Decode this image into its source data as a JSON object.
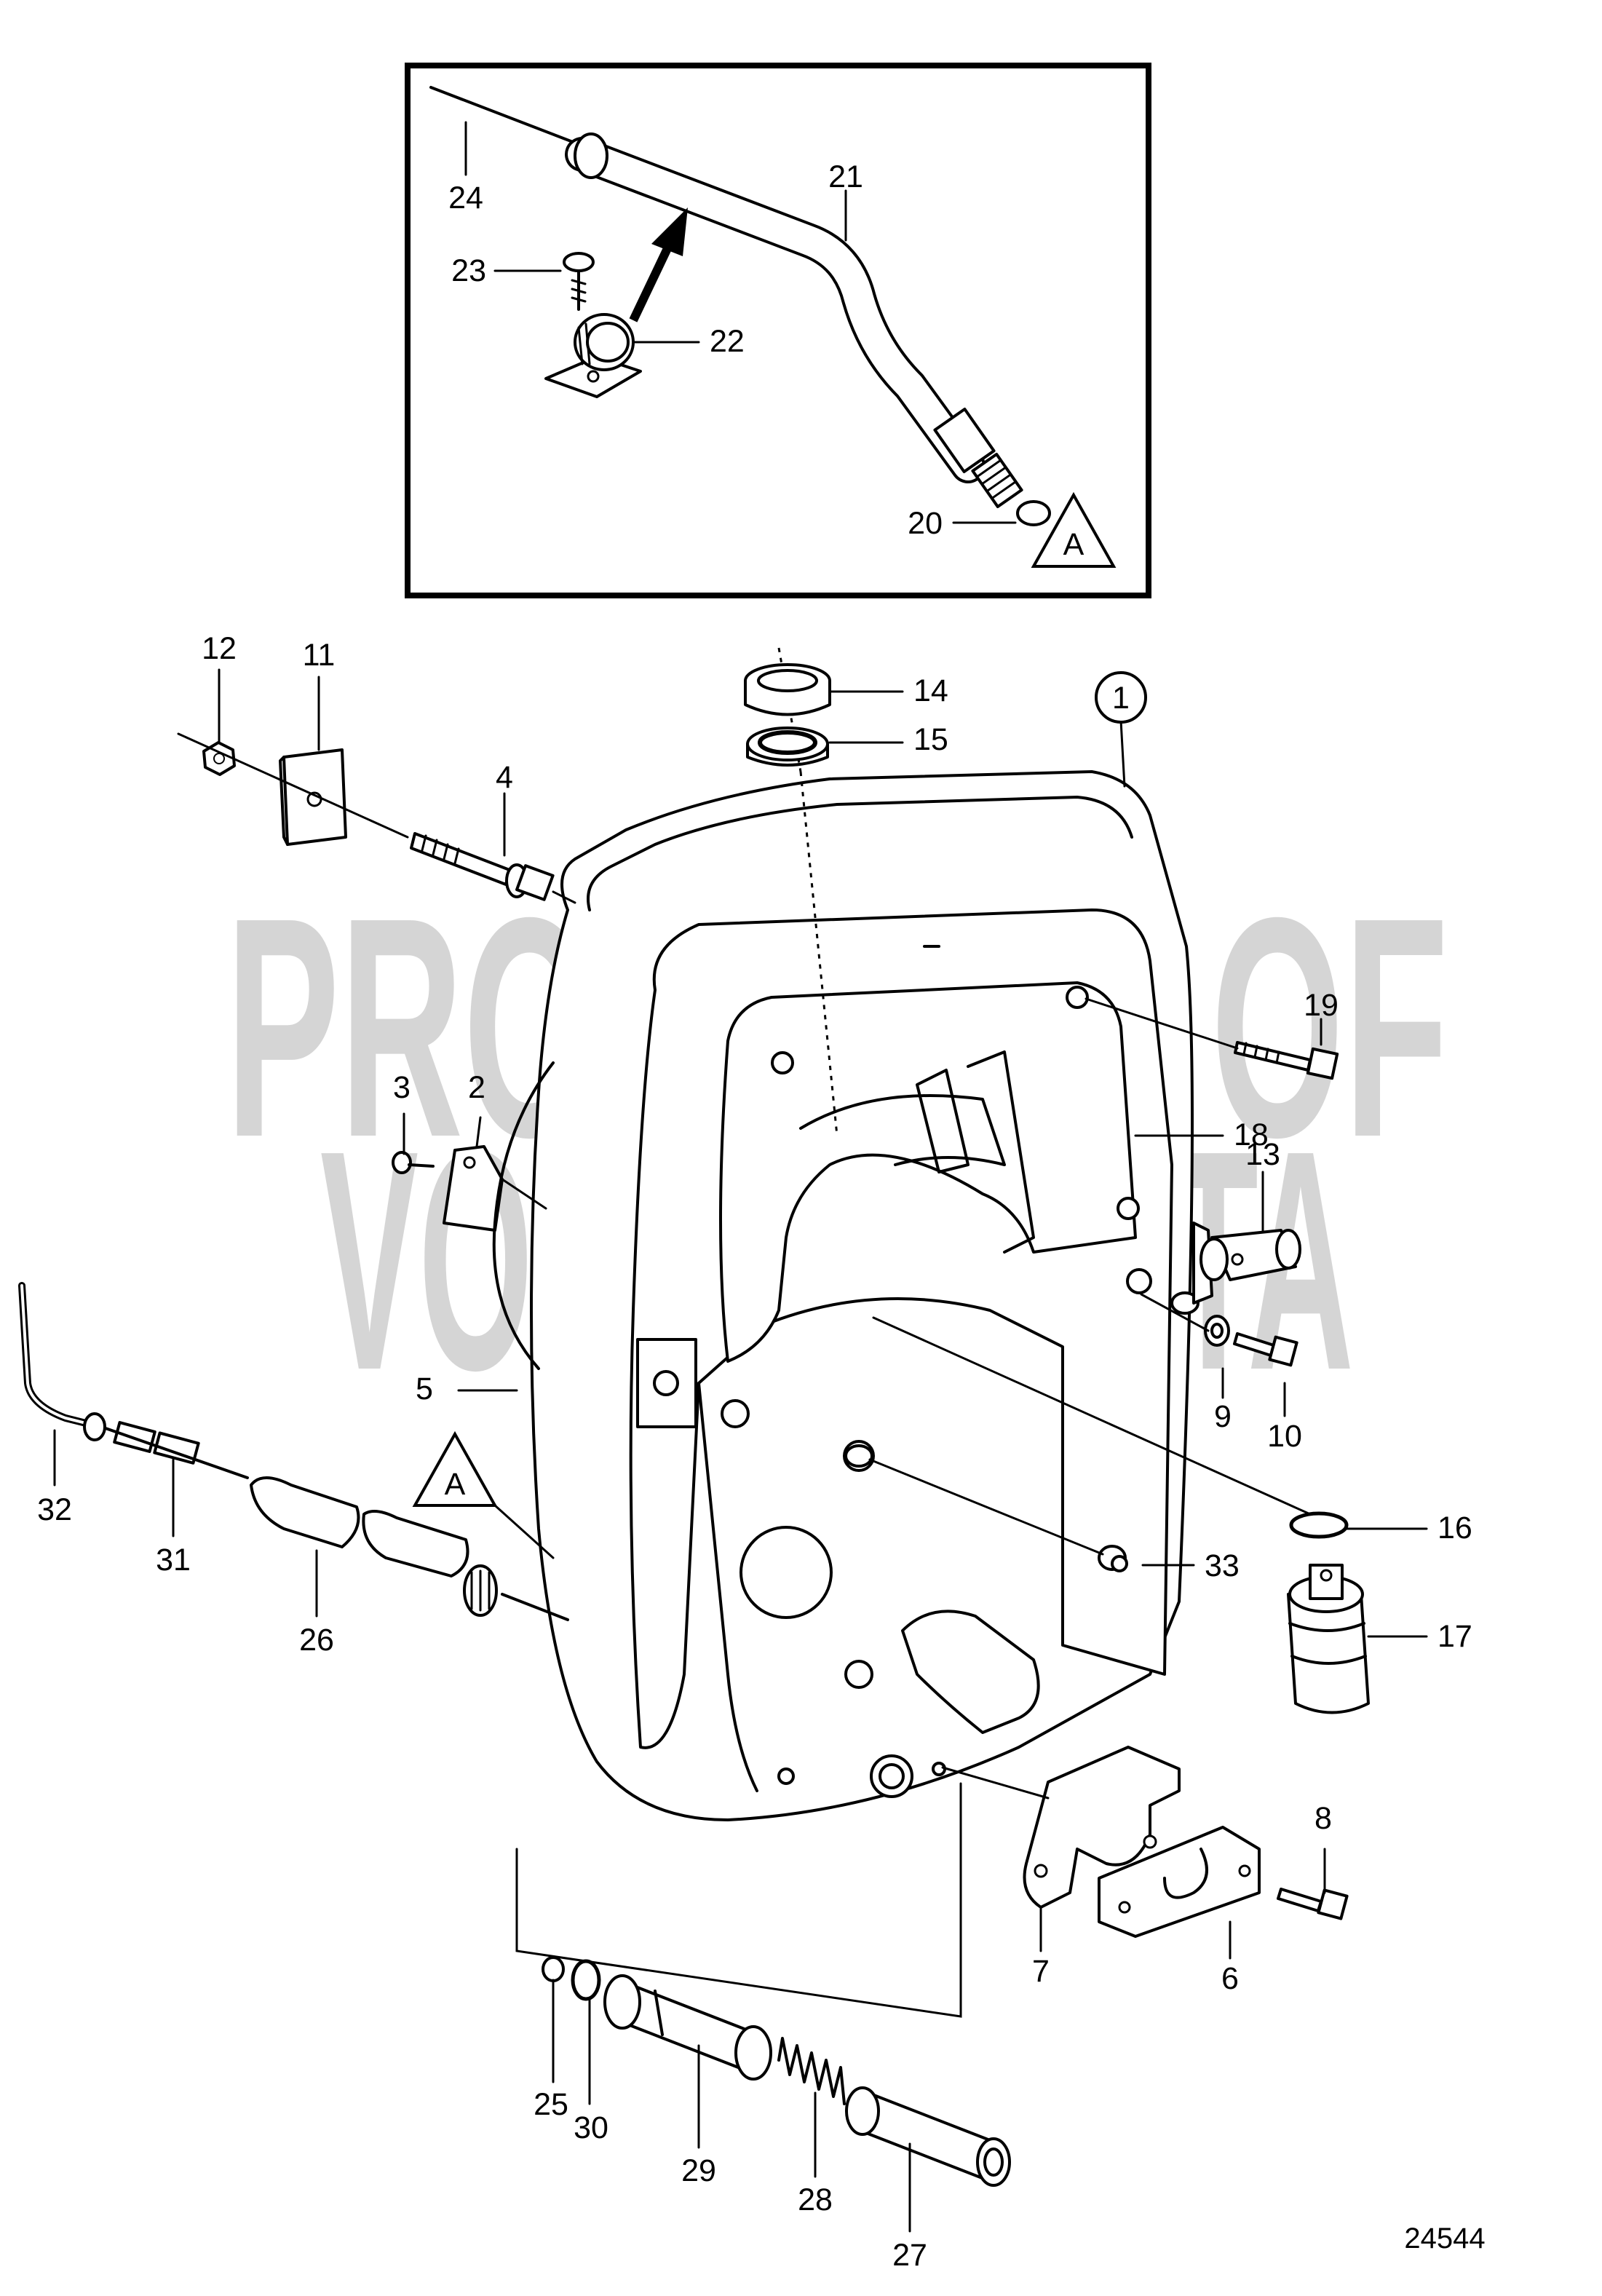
{
  "drawing_number": "24544",
  "watermark": {
    "line1": "PROPERTY OF",
    "line2": "VOLVO PENTA"
  },
  "view_reference": "A",
  "part_labels": {
    "p1": "1",
    "p2": "2",
    "p3": "3",
    "p4": "4",
    "p5": "5",
    "p6": "6",
    "p7": "7",
    "p8": "8",
    "p9": "9",
    "p10": "10",
    "p11": "11",
    "p12": "12",
    "p13": "13",
    "p14": "14",
    "p15": "15",
    "p16": "16",
    "p17": "17",
    "p18": "18",
    "p19": "19",
    "p20": "20",
    "p21": "21",
    "p22": "22",
    "p23": "23",
    "p24": "24",
    "p25": "25",
    "p26": "26",
    "p27": "27",
    "p28": "28",
    "p29": "29",
    "p30": "30",
    "p31": "31",
    "p32": "32",
    "p33": "33"
  }
}
